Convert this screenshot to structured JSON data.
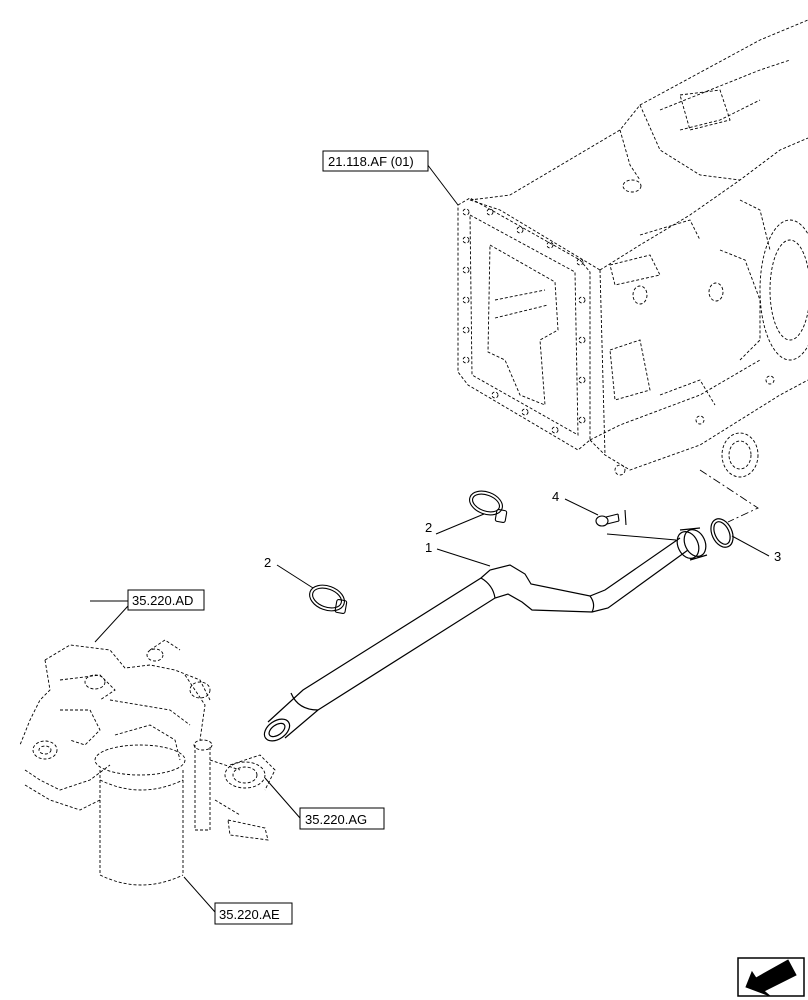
{
  "references": {
    "transmission": "21.118.AF (01)",
    "filter_assembly": "35.220.AD",
    "hose_connection": "35.220.AG",
    "filter_canister": "35.220.AE"
  },
  "callouts": {
    "pipe": "1",
    "clamp_upper": "2",
    "clamp_lower": "2",
    "o_ring": "3",
    "bolt": "4"
  },
  "icons": {
    "nav": "next-page-arrow-icon"
  }
}
